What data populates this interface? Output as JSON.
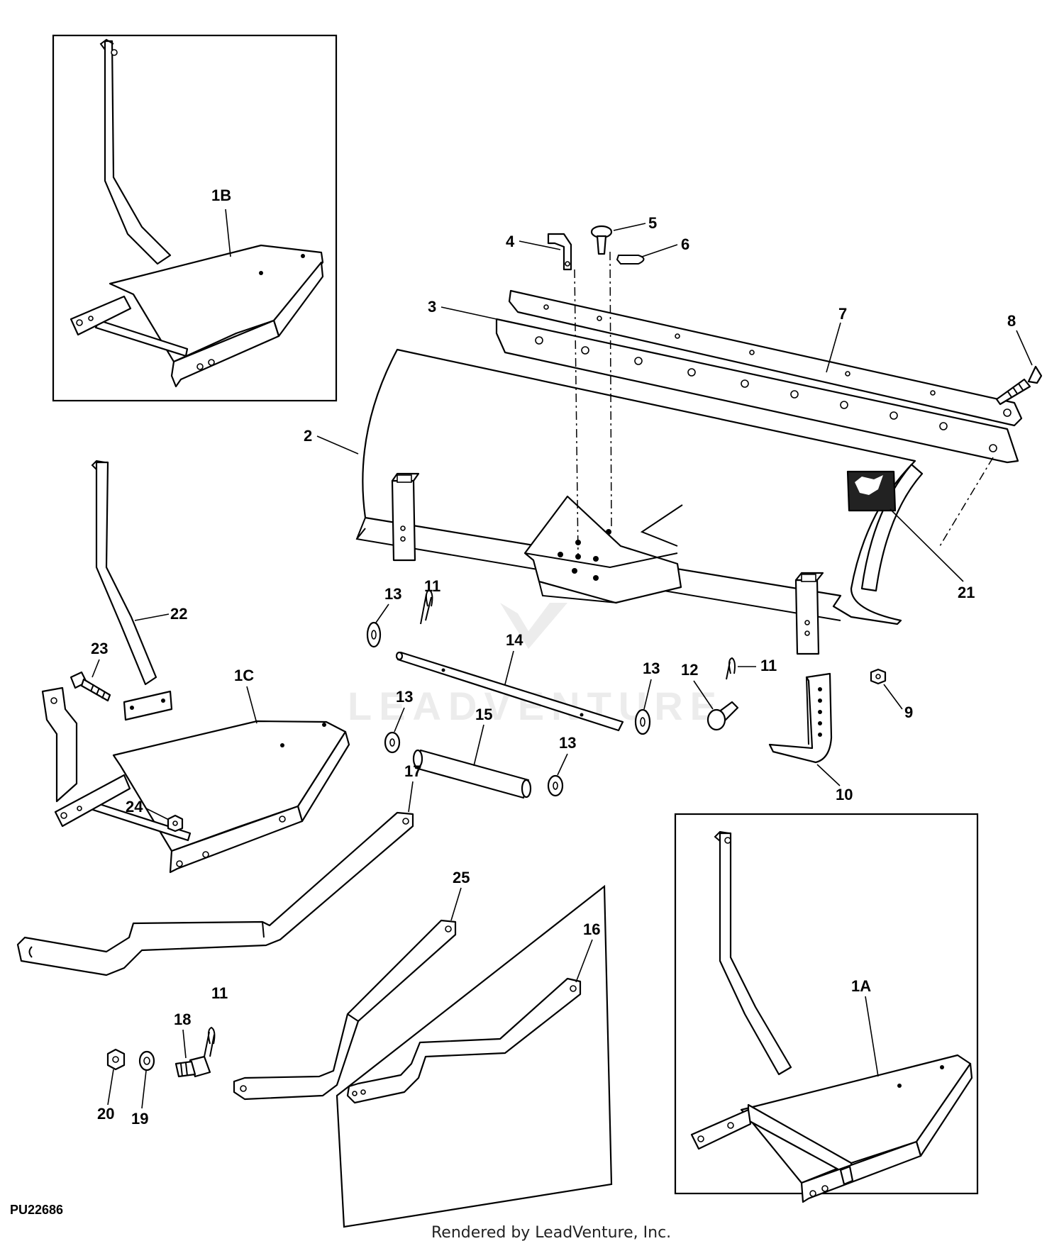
{
  "diagram": {
    "figure_id": "PU22686",
    "credit": "Rendered by LeadVenture, Inc.",
    "watermark": "LEADVENTURE",
    "callouts": {
      "c1A": "1A",
      "c1B": "1B",
      "c1C": "1C",
      "c2": "2",
      "c3": "3",
      "c4": "4",
      "c5": "5",
      "c6": "6",
      "c7": "7",
      "c8": "8",
      "c9": "9",
      "c10": "10",
      "c11a": "11",
      "c11b": "11",
      "c11c": "11",
      "c12": "12",
      "c13a": "13",
      "c13b": "13",
      "c13c": "13",
      "c13d": "13",
      "c14": "14",
      "c15": "15",
      "c16": "16",
      "c17": "17",
      "c18": "18",
      "c19": "19",
      "c20": "20",
      "c21": "21",
      "c22": "22",
      "c23": "23",
      "c24": "24",
      "c25": "25"
    }
  }
}
